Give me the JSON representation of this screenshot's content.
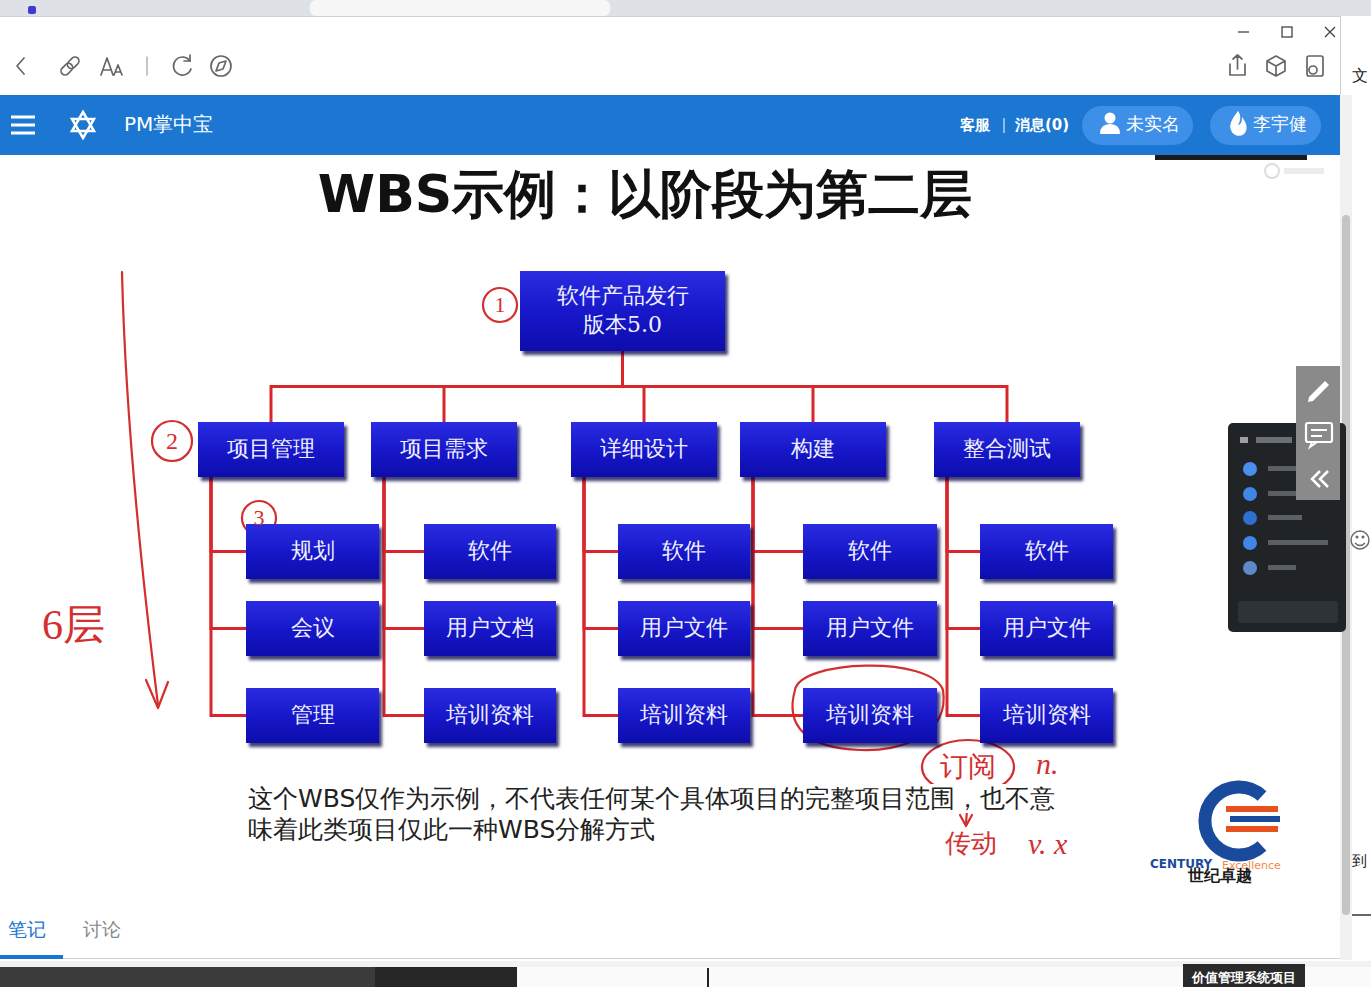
{
  "diagram": {
    "title": "WBS示例：以阶段为第二层",
    "caption": "这个WBS仅作为示例，不代表任何某个具体项目的完整项目范围，也不意味着此类项目仅此一种WBS分解方式",
    "nodes": [
      {
        "text": [
          "软件产品发行 版本5.0"
        ]
      },
      {
        "text": [
          "项目管理"
        ]
      },
      {
        "text": [
          "项目需求"
        ]
      },
      {
        "text": [
          "详细设计"
        ]
      },
      {
        "text": [
          "构建"
        ]
      },
      {
        "text": [
          "整合测试"
        ]
      },
      {
        "text": [
          "规划"
        ]
      },
      {
        "text": [
          "会议"
        ]
      },
      {
        "text": [
          "管理"
        ]
      },
      {
        "text": [
          "软件"
        ]
      },
      {
        "text": [
          "用户文档"
        ]
      },
      {
        "text": [
          "培训资料"
        ]
      },
      {
        "text": [
          "软件"
        ]
      },
      {
        "text": [
          "用户文件"
        ]
      },
      {
        "text": [
          "培训资料"
        ]
      },
      {
        "text": [
          "软件"
        ]
      },
      {
        "text": [
          "用户文件"
        ]
      },
      {
        "text": [
          "培训资料"
        ]
      },
      {
        "text": [
          "软件"
        ]
      },
      {
        "text": [
          "用户文件"
        ]
      },
      {
        "text": [
          "培训资料"
        ]
      }
    ],
    "edges": [
      {
        "from": 0,
        "to": 1,
        "arrow": "none"
      },
      {
        "from": 0,
        "to": 2,
        "arrow": "none"
      },
      {
        "from": 0,
        "to": 3,
        "arrow": "none"
      },
      {
        "from": 0,
        "to": 4,
        "arrow": "none"
      },
      {
        "from": 0,
        "to": 5,
        "arrow": "none"
      },
      {
        "from": 1,
        "to": 6,
        "arrow": "none"
      },
      {
        "from": 1,
        "to": 7,
        "arrow": "none"
      },
      {
        "from": 1,
        "to": 8,
        "arrow": "none"
      },
      {
        "from": 2,
        "to": 9,
        "arrow": "none"
      },
      {
        "from": 2,
        "to": 10,
        "arrow": "none"
      },
      {
        "from": 2,
        "to": 11,
        "arrow": "none"
      },
      {
        "from": 3,
        "to": 12,
        "arrow": "none"
      },
      {
        "from": 3,
        "to": 13,
        "arrow": "none"
      },
      {
        "from": 3,
        "to": 14,
        "arrow": "none"
      },
      {
        "from": 4,
        "to": 15,
        "arrow": "none"
      },
      {
        "from": 4,
        "to": 16,
        "arrow": "none"
      },
      {
        "from": 4,
        "to": 17,
        "arrow": "none"
      },
      {
        "from": 5,
        "to": 18,
        "arrow": "none"
      },
      {
        "from": 5,
        "to": 19,
        "arrow": "none"
      },
      {
        "from": 5,
        "to": 20,
        "arrow": "none"
      }
    ],
    "labels": [
      "PM掌中宝",
      "客服",
      "消息(0)",
      "未实名",
      "李宇健",
      "1",
      "2",
      "3",
      "6层",
      "订阅",
      "n.",
      "传动",
      "v. x",
      "CENTURY",
      "Excellence",
      "世纪卓越",
      "笔记",
      "讨论",
      "价值管理系统项目",
      "文",
      "到"
    ]
  }
}
